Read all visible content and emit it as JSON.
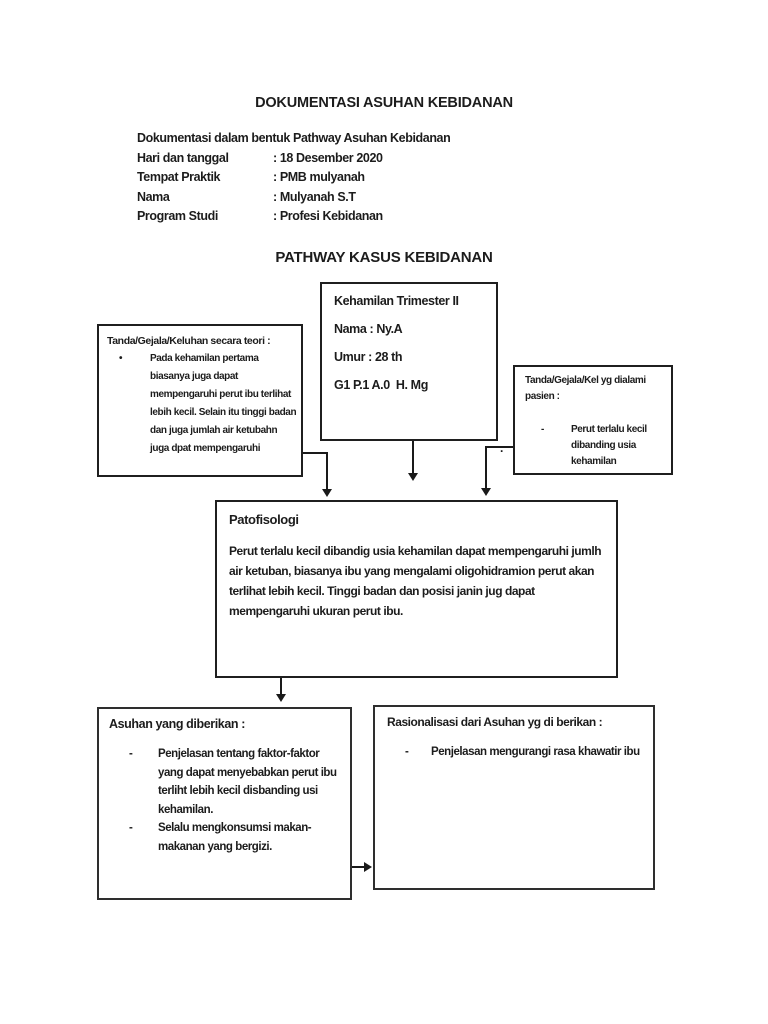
{
  "page": {
    "title": "DOKUMENTASI ASUHAN KEBIDANAN",
    "subtitle": "PATHWAY KASUS KEBIDANAN"
  },
  "markers": {
    "bullet": "•",
    "dash": "-"
  },
  "header": {
    "intro": "Dokumentasi dalam bentuk Pathway Asuhan Kebidanan",
    "fields": [
      {
        "label": "Hari dan tanggal",
        "value": ": 18 Desember 2020"
      },
      {
        "label": "Tempat Praktik",
        "value": ": PMB mulyanah"
      },
      {
        "label": "Nama",
        "value": ": Mulyanah S.T"
      },
      {
        "label": "Program Studi",
        "value": ": Profesi Kebidanan"
      }
    ]
  },
  "diagram": {
    "case_box": {
      "lines": [
        "Kehamilan Trimester II",
        "Nama : Ny.A",
        "Umur : 28 th",
        "G1 P.1 A.0  H. Mg"
      ]
    },
    "theory_box": {
      "title": "Tanda/Gejala/Keluhan secara teori :",
      "item": "Pada kehamilan pertama biasanya juga dapat mempengaruhi perut ibu terlihat lebih kecil. Selain itu tinggi badan dan juga jumlah air ketubahn juga dpat mempengaruhi"
    },
    "patient_box": {
      "title": "Tanda/Gejala/Kel yg dialami pasien :",
      "item": "Perut terlalu kecil dibanding usia kehamilan"
    },
    "patho_box": {
      "title": "Patofisologi",
      "body": "Perut terlalu kecil dibandig usia kehamilan dapat mempengaruhi jumlh air ketuban, biasanya ibu yang mengalami oligohidramion perut akan terlihat lebih kecil. Tinggi badan dan posisi janin jug dapat mempengaruhi ukuran perut ibu."
    },
    "care_box": {
      "title": "Asuhan yang diberikan :",
      "items": [
        "Penjelasan tentang faktor-faktor yang dapat menyebabkan perut ibu terliht lebih kecil disbanding usi kehamilan.",
        "Selalu mengkonsumsi makan-makanan yang bergizi."
      ]
    },
    "rationale_box": {
      "title": "Rasionalisasi dari Asuhan yg di berikan :",
      "items": [
        "Penjelasan mengurangi rasa khawatir ibu"
      ]
    },
    "stray_dot": "."
  }
}
